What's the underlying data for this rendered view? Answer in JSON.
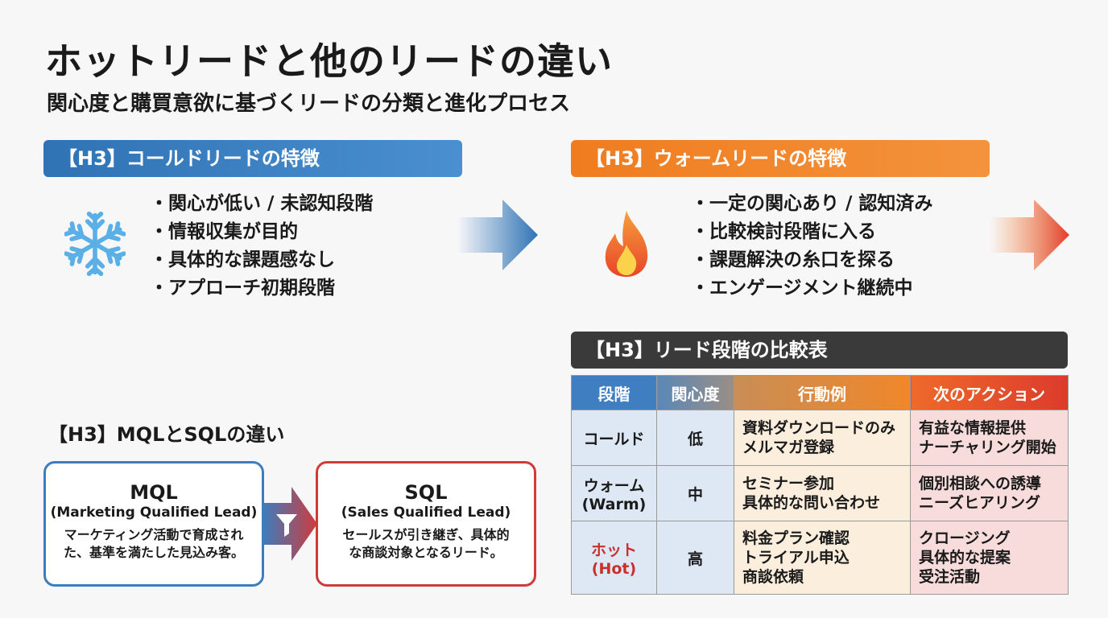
{
  "title": "ホットリードと他のリードの違い",
  "subtitle": "関心度と購買意欲に基づくリードの分類と進化プロセス",
  "cold": {
    "header": "【H3】コールドリードの特徴",
    "icon": "snowflake-icon",
    "bullets": [
      "関心が低い / 未認知段階",
      "情報収集が目的",
      "具体的な課題感なし",
      "アプローチ初期段階"
    ]
  },
  "warm": {
    "header": "【H3】ウォームリードの特徴",
    "icon": "flame-icon",
    "bullets": [
      "一定の関心あり / 認知済み",
      "比較検討段階に入る",
      "課題解決の糸口を探る",
      "エンゲージメント継続中"
    ]
  },
  "mql_sql": {
    "header": "【H3】MQLとSQLの違い",
    "mql": {
      "name": "MQL",
      "full": "(Marketing Qualified Lead)",
      "desc_lines": [
        "マーケティング活動で育成され",
        "た、基準を満たした見込み客。"
      ]
    },
    "sql": {
      "name": "SQL",
      "full": "(Sales Qualified Lead)",
      "desc_lines": [
        "セールスが引き継ぎ、具体的",
        "な商談対象となるリード。"
      ]
    },
    "connector_icon": "funnel-icon"
  },
  "table": {
    "header": "【H3】リード段階の比較表",
    "columns": [
      "段階",
      "関心度",
      "行動例",
      "次のアクション"
    ],
    "rows": [
      {
        "stage": [
          "コールド"
        ],
        "level": "低",
        "actions": [
          "資料ダウンロードのみ",
          "メルマガ登録"
        ],
        "next": [
          "有益な情報提供",
          "ナーチャリング開始"
        ]
      },
      {
        "stage": [
          "ウォーム",
          "(Warm)"
        ],
        "level": "中",
        "actions": [
          "セミナー参加",
          "具体的な問い合わせ"
        ],
        "next": [
          "個別相談への誘導",
          "ニーズヒアリング"
        ]
      },
      {
        "stage": [
          "ホット",
          "(Hot)"
        ],
        "level": "高",
        "actions": [
          "料金プラン確認",
          "トライアル申込",
          "商談依頼"
        ],
        "next": [
          "クロージング",
          "具体的な提案",
          "受注活動"
        ]
      }
    ]
  },
  "colors": {
    "cold": "#2f73b5",
    "warm": "#f07c1f",
    "hot": "#c8302b",
    "dark": "#3a3a3a"
  }
}
